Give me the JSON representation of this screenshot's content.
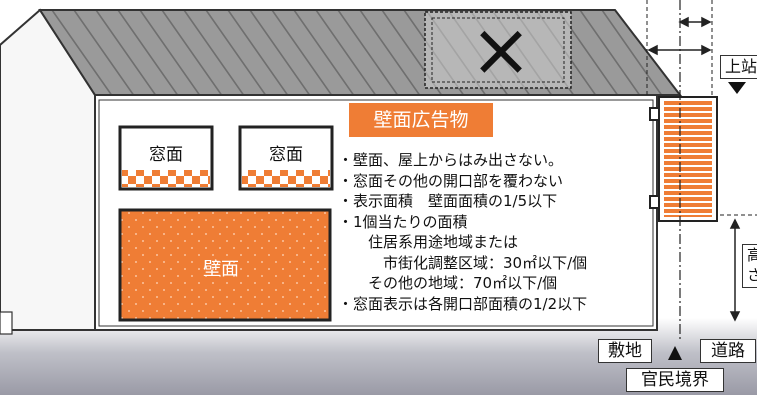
{
  "sign": {
    "title": "壁面広告物",
    "window_label_1": "窓面",
    "window_label_2": "窓面",
    "wall_label": "壁面",
    "rules": [
      "・壁面、屋上からはみ出さない。",
      "・窓面その他の開口部を覆わない",
      "・表示面積　壁面面積の1/5以下",
      "・1個当たりの面積",
      "　　住居系用途地域または",
      "　　　市街化調整区域：30㎡以下/個",
      "　　その他の地域：70㎡以下/個",
      "・窓面表示は各開口部面積の1/2以下"
    ]
  },
  "roof_marker": "×",
  "labels": {
    "site": "敷地",
    "road": "道路",
    "boundary": "官民境界",
    "top_partial": "上站",
    "height_partial_1": "高",
    "height_partial_2": "さ"
  },
  "colors": {
    "accent": "#ef7d35",
    "footer_band": "#9a9aa6",
    "roof": "#8c8c8c",
    "wall_outline": "#333333"
  }
}
